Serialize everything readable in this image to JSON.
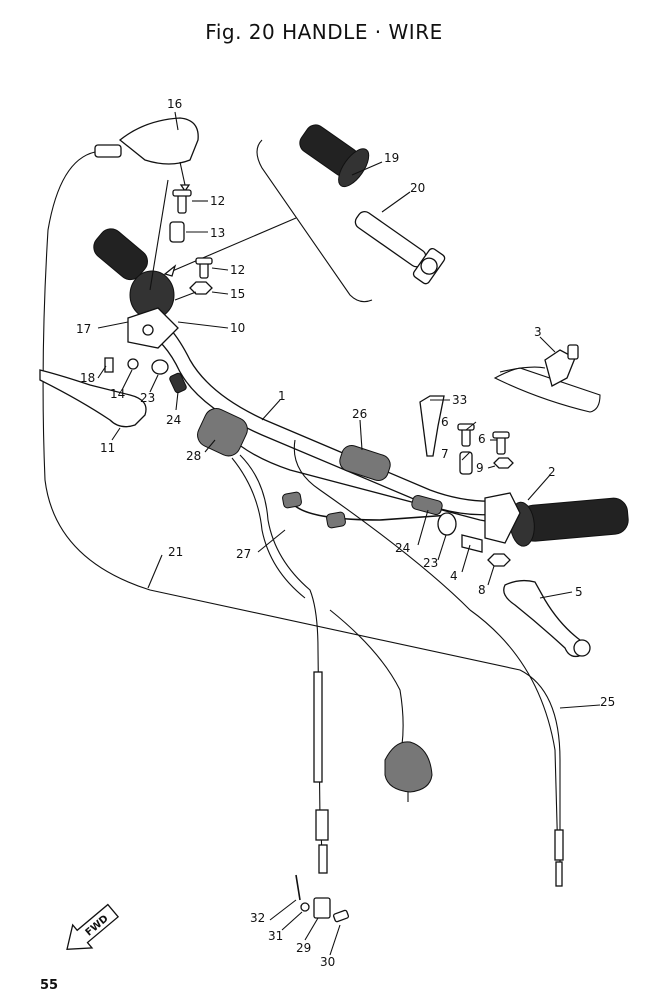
{
  "figure": {
    "title": "Fig. 20 HANDLE · WIRE",
    "page_number": "55",
    "direction_marker": "FWD"
  },
  "callouts": [
    {
      "id": "c1",
      "label": "1"
    },
    {
      "id": "c2",
      "label": "2"
    },
    {
      "id": "c3",
      "label": "3"
    },
    {
      "id": "c4",
      "label": "4"
    },
    {
      "id": "c5",
      "label": "5"
    },
    {
      "id": "c6a",
      "label": "6"
    },
    {
      "id": "c6b",
      "label": "6"
    },
    {
      "id": "c7",
      "label": "7"
    },
    {
      "id": "c8",
      "label": "8"
    },
    {
      "id": "c9",
      "label": "9"
    },
    {
      "id": "c10",
      "label": "10"
    },
    {
      "id": "c11",
      "label": "11"
    },
    {
      "id": "c12a",
      "label": "12"
    },
    {
      "id": "c12b",
      "label": "12"
    },
    {
      "id": "c13",
      "label": "13"
    },
    {
      "id": "c14",
      "label": "14"
    },
    {
      "id": "c15",
      "label": "15"
    },
    {
      "id": "c16",
      "label": "16"
    },
    {
      "id": "c17",
      "label": "17"
    },
    {
      "id": "c18",
      "label": "18"
    },
    {
      "id": "c19",
      "label": "19"
    },
    {
      "id": "c20",
      "label": "20"
    },
    {
      "id": "c21",
      "label": "21"
    },
    {
      "id": "c23a",
      "label": "23"
    },
    {
      "id": "c23b",
      "label": "23"
    },
    {
      "id": "c24a",
      "label": "24"
    },
    {
      "id": "c24b",
      "label": "24"
    },
    {
      "id": "c25",
      "label": "25"
    },
    {
      "id": "c26",
      "label": "26"
    },
    {
      "id": "c27",
      "label": "27"
    },
    {
      "id": "c28",
      "label": "28"
    },
    {
      "id": "c29",
      "label": "29"
    },
    {
      "id": "c30",
      "label": "30"
    },
    {
      "id": "c31",
      "label": "31"
    },
    {
      "id": "c32",
      "label": "32"
    },
    {
      "id": "c33",
      "label": "33"
    }
  ]
}
